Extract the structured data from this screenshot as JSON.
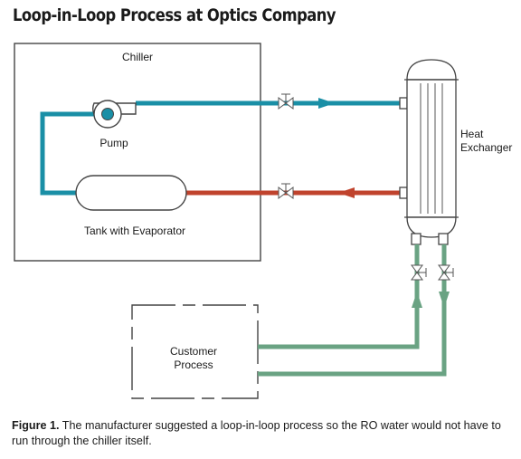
{
  "title": "Loop-in-Loop Process at Optics Company",
  "labels": {
    "chiller": "Chiller",
    "pump": "Pump",
    "tank": "Tank with Evaporator",
    "heat_exchanger_line1": "Heat",
    "heat_exchanger_line2": "Exchanger",
    "customer_line1": "Customer",
    "customer_line2": "Process"
  },
  "caption": {
    "prefix": "Figure 1.",
    "text": " The manufacturer suggested a loop-in-loop process so the RO water would not have to run through the chiller itself."
  },
  "colors": {
    "chilled_supply": "#1a8fa6",
    "warm_return": "#c0432d",
    "ro_water": "#6aa383",
    "outline": "#444444"
  }
}
